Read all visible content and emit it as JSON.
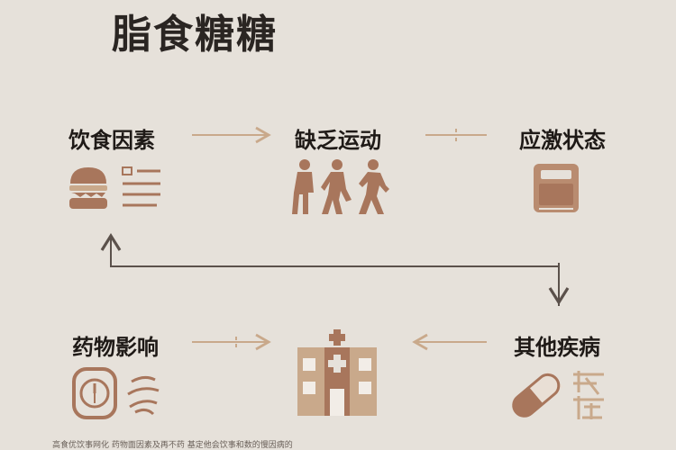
{
  "title": "脂食糖糖",
  "nodes": {
    "diet": {
      "label": "饮食因素",
      "icon": "burger-list-icon"
    },
    "exercise": {
      "label": "缺乏运动",
      "icon": "walking-people-icon"
    },
    "stress": {
      "label": "应激状态",
      "icon": "box-icon"
    },
    "medication": {
      "label": "药物影响",
      "icon": "clock-icon"
    },
    "hospital": {
      "icon": "hospital-icon"
    },
    "disease": {
      "label": "其他疾病",
      "icon": "pill-icon"
    }
  },
  "footnote": "高食优饮事网化 药物面因素及再不药 基定他会饮事和数的慢因病的",
  "colors": {
    "background": "#e6e1da",
    "accent": "#c9a98b",
    "icon": "#a8765c",
    "line": "#5b514b"
  }
}
